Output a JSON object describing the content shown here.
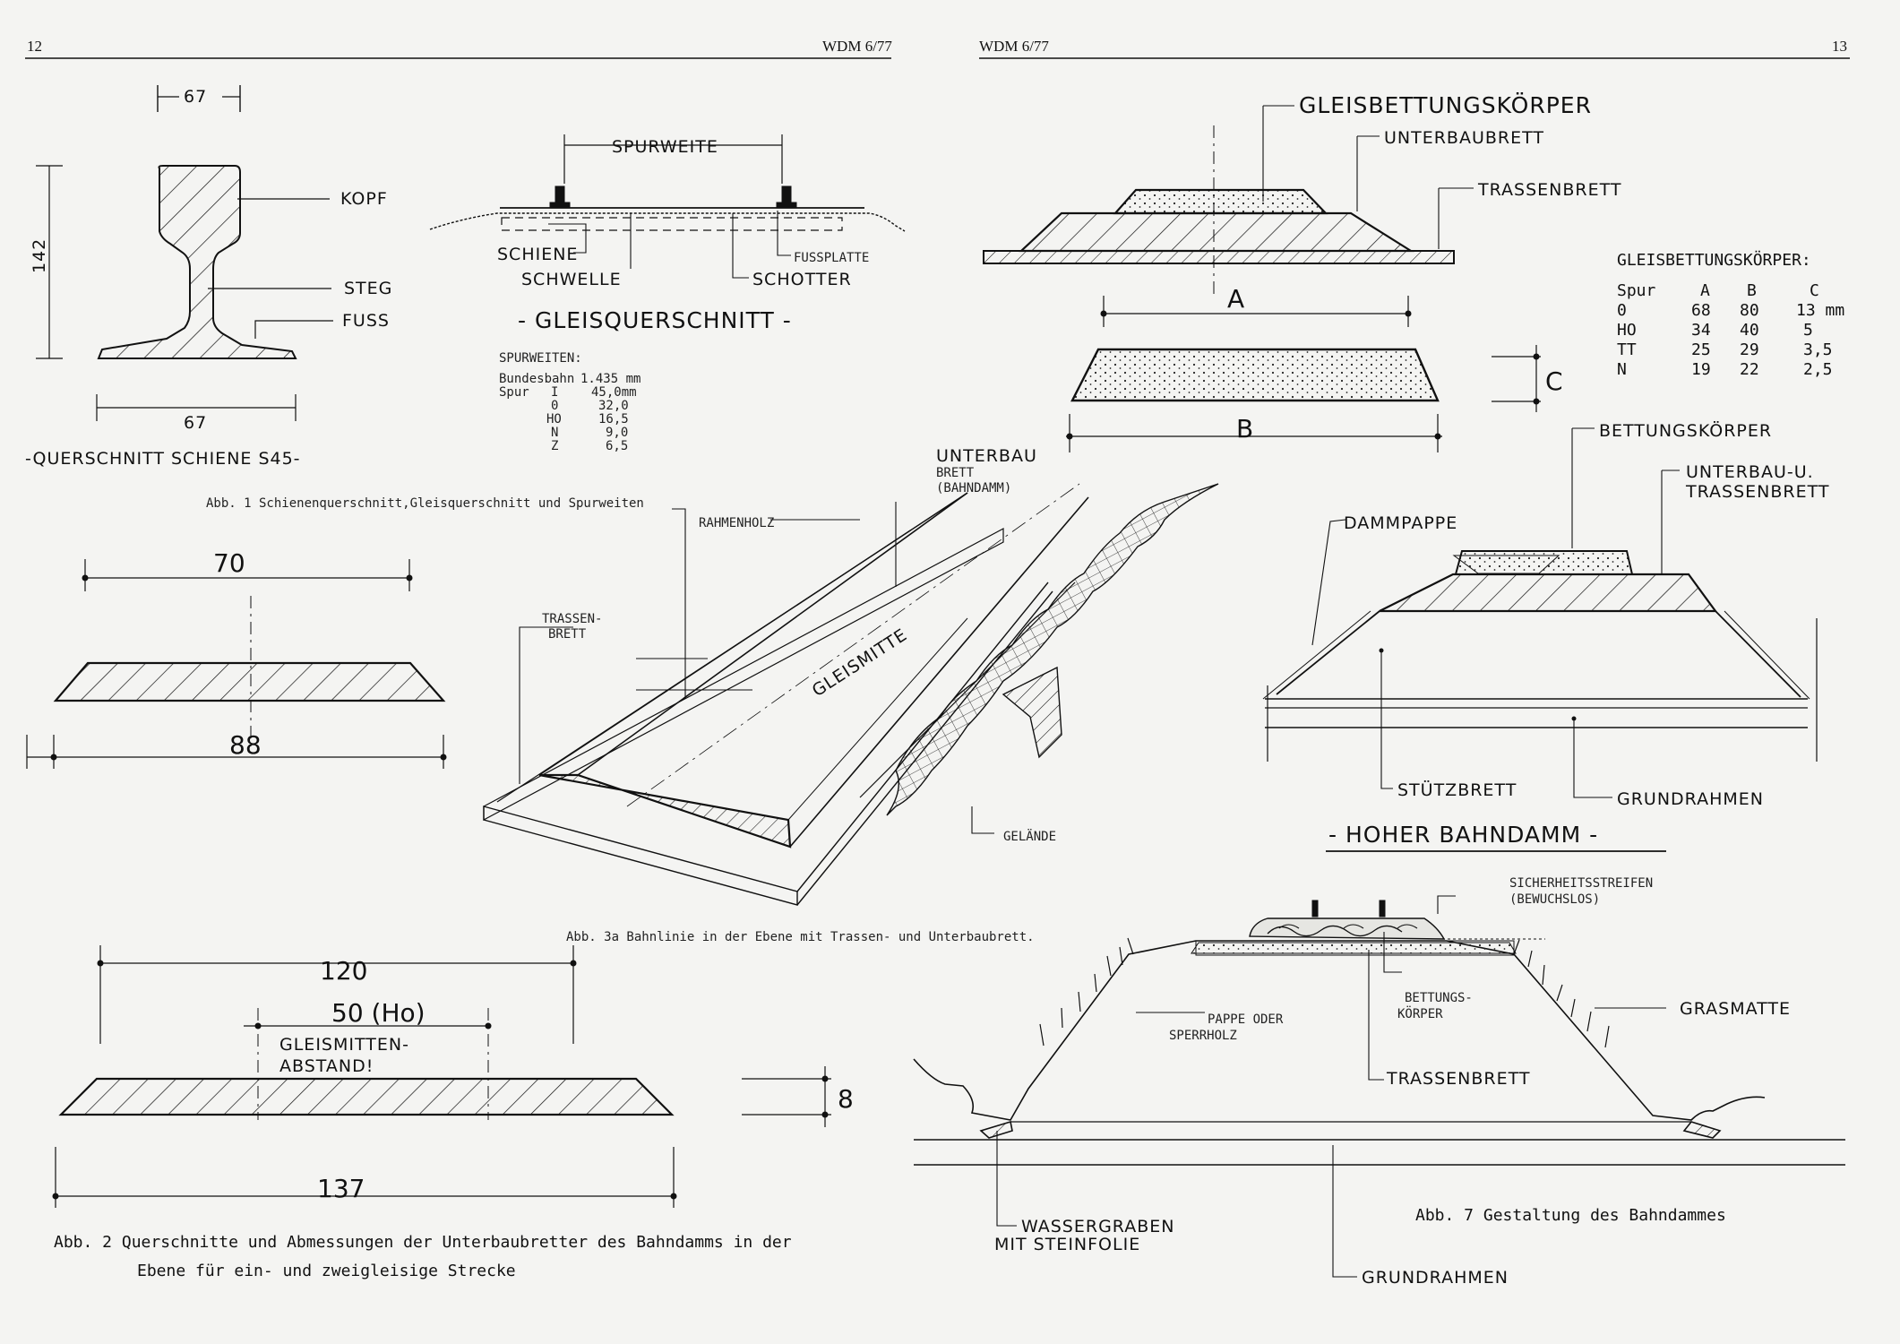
{
  "header": {
    "left_page_number": "12",
    "left_issue": "WDM 6/77",
    "right_issue": "WDM 6/77",
    "right_page_number": "13"
  },
  "rail": {
    "dim_top": "67",
    "dim_height": "142",
    "dim_bottom": "67",
    "label_kopf": "KOPF",
    "label_steg": "STEG",
    "label_fuss": "FUSS",
    "title": "-QUERSCHNITT SCHIENE S45-"
  },
  "track": {
    "spurweite": "SPURWEITE",
    "schiene": "SCHIENE",
    "fussplatte": "FUSSPLATTE",
    "schwelle": "SCHWELLE",
    "schotter": "SCHOTTER",
    "title": "- GLEISQUERSCHNITT -"
  },
  "gauges": {
    "title": "SPURWEITEN:",
    "rows": [
      [
        "Bundesbahn",
        "",
        "1.435 mm"
      ],
      [
        "Spur",
        "I",
        "45,0mm"
      ],
      [
        "",
        "0",
        "32,0"
      ],
      [
        "",
        "HO",
        "16,5"
      ],
      [
        "",
        "N",
        "9,0"
      ],
      [
        "",
        "Z",
        "6,5"
      ]
    ]
  },
  "caption1": "Abb. 1  Schienenquerschnitt,Gleisquerschnitt und Spurweiten",
  "board70": {
    "top": "70",
    "bottom": "88"
  },
  "board120": {
    "top": "120",
    "mid": "50 (Ho)",
    "note1": "GLEISMITTEN-",
    "note2": "ABSTAND!",
    "height": "8",
    "bottom": "137"
  },
  "caption2": {
    "line1": "Abb. 2  Querschnitte und Abmessungen der Unterbaubretter des Bahndamms in der",
    "line2": "Ebene für ein- und zweigleisige Strecke"
  },
  "perspective": {
    "unterbau1": "UNTERBAU",
    "unterbau2": "BRETT",
    "unterbau3": "(BAHNDAMM)",
    "rahmenholz": "RAHMENHOLZ",
    "trassen1": "TRASSEN-",
    "trassen2": "BRETT",
    "gleismitte": "GLEISMITTE",
    "gelaende": "GELÄNDE"
  },
  "caption3a": "Abb. 3a  Bahnlinie in der Ebene mit Trassen- und Unterbaubrett.",
  "layers": {
    "gleisbettung": "GLEISBETTUNGSKÖRPER",
    "unterbau": "UNTERBAUBRETT",
    "trassen": "TRASSENBRETT",
    "dimA": "A",
    "dimB": "B",
    "dimC": "C"
  },
  "ballast_table": {
    "title": "GLEISBETTUNGSKÖRPER:",
    "headers": [
      "Spur",
      "A",
      "B",
      "C"
    ],
    "rows": [
      [
        "0",
        "68",
        "80",
        "13 mm"
      ],
      [
        "HO",
        "34",
        "40",
        "5"
      ],
      [
        "TT",
        "25",
        "29",
        "3,5"
      ],
      [
        "N",
        "19",
        "22",
        "2,5"
      ]
    ]
  },
  "high": {
    "bettung": "BETTUNGSKÖRPER",
    "unterbau1": "UNTERBAU-U.",
    "unterbau2": "TRASSENBRETT",
    "dammpappe": "DAMMPAPPE",
    "stuetz": "STÜTZBRETT",
    "grund": "GRUNDRAHMEN",
    "title": "- HOHER BAHNDAMM -"
  },
  "embank": {
    "sicher1": "SICHERHEITSSTREIFEN",
    "sicher2": "(BEWUCHSLOS)",
    "pappe1": "PAPPE ODER",
    "pappe2": "SPERRHOLZ",
    "bett1": "BETTUNGS-",
    "bett2": "KÖRPER",
    "gras": "GRASMATTE",
    "trassen": "TRASSENBRETT",
    "wasser1": "WASSERGRABEN",
    "wasser2": "MIT STEINFOLIE",
    "grund": "GRUNDRAHMEN"
  },
  "caption7": "Abb. 7  Gestaltung des Bahndammes"
}
